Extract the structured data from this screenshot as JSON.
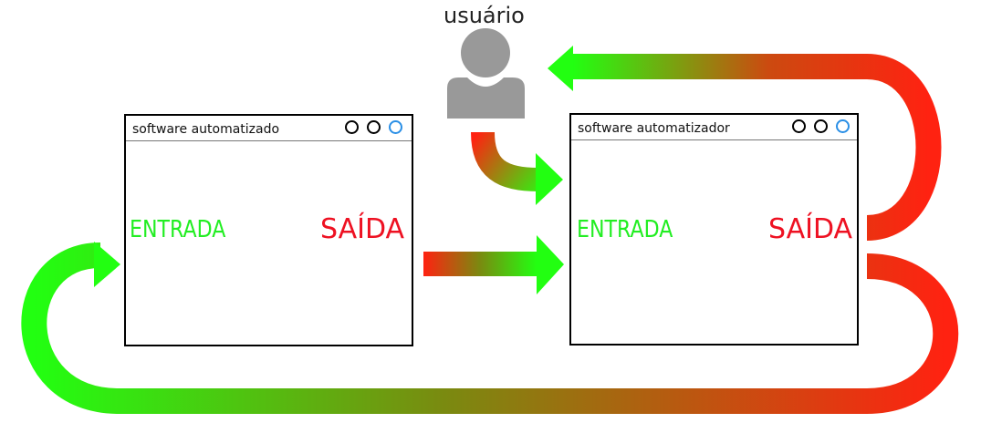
{
  "user": {
    "label": "usuário"
  },
  "windows": [
    {
      "title": "software automatizado",
      "input_label": "ENTRADA",
      "output_label": "SAÍDA"
    },
    {
      "title": "software automatizador",
      "input_label": "ENTRADA",
      "output_label": "SAÍDA"
    }
  ],
  "colors": {
    "input_green": "#22ee22",
    "output_red": "#ee1122",
    "arrow_green": "#22ff11",
    "arrow_red": "#ff2211",
    "user_gray": "#999999",
    "control_blue": "#2a8fe6"
  }
}
